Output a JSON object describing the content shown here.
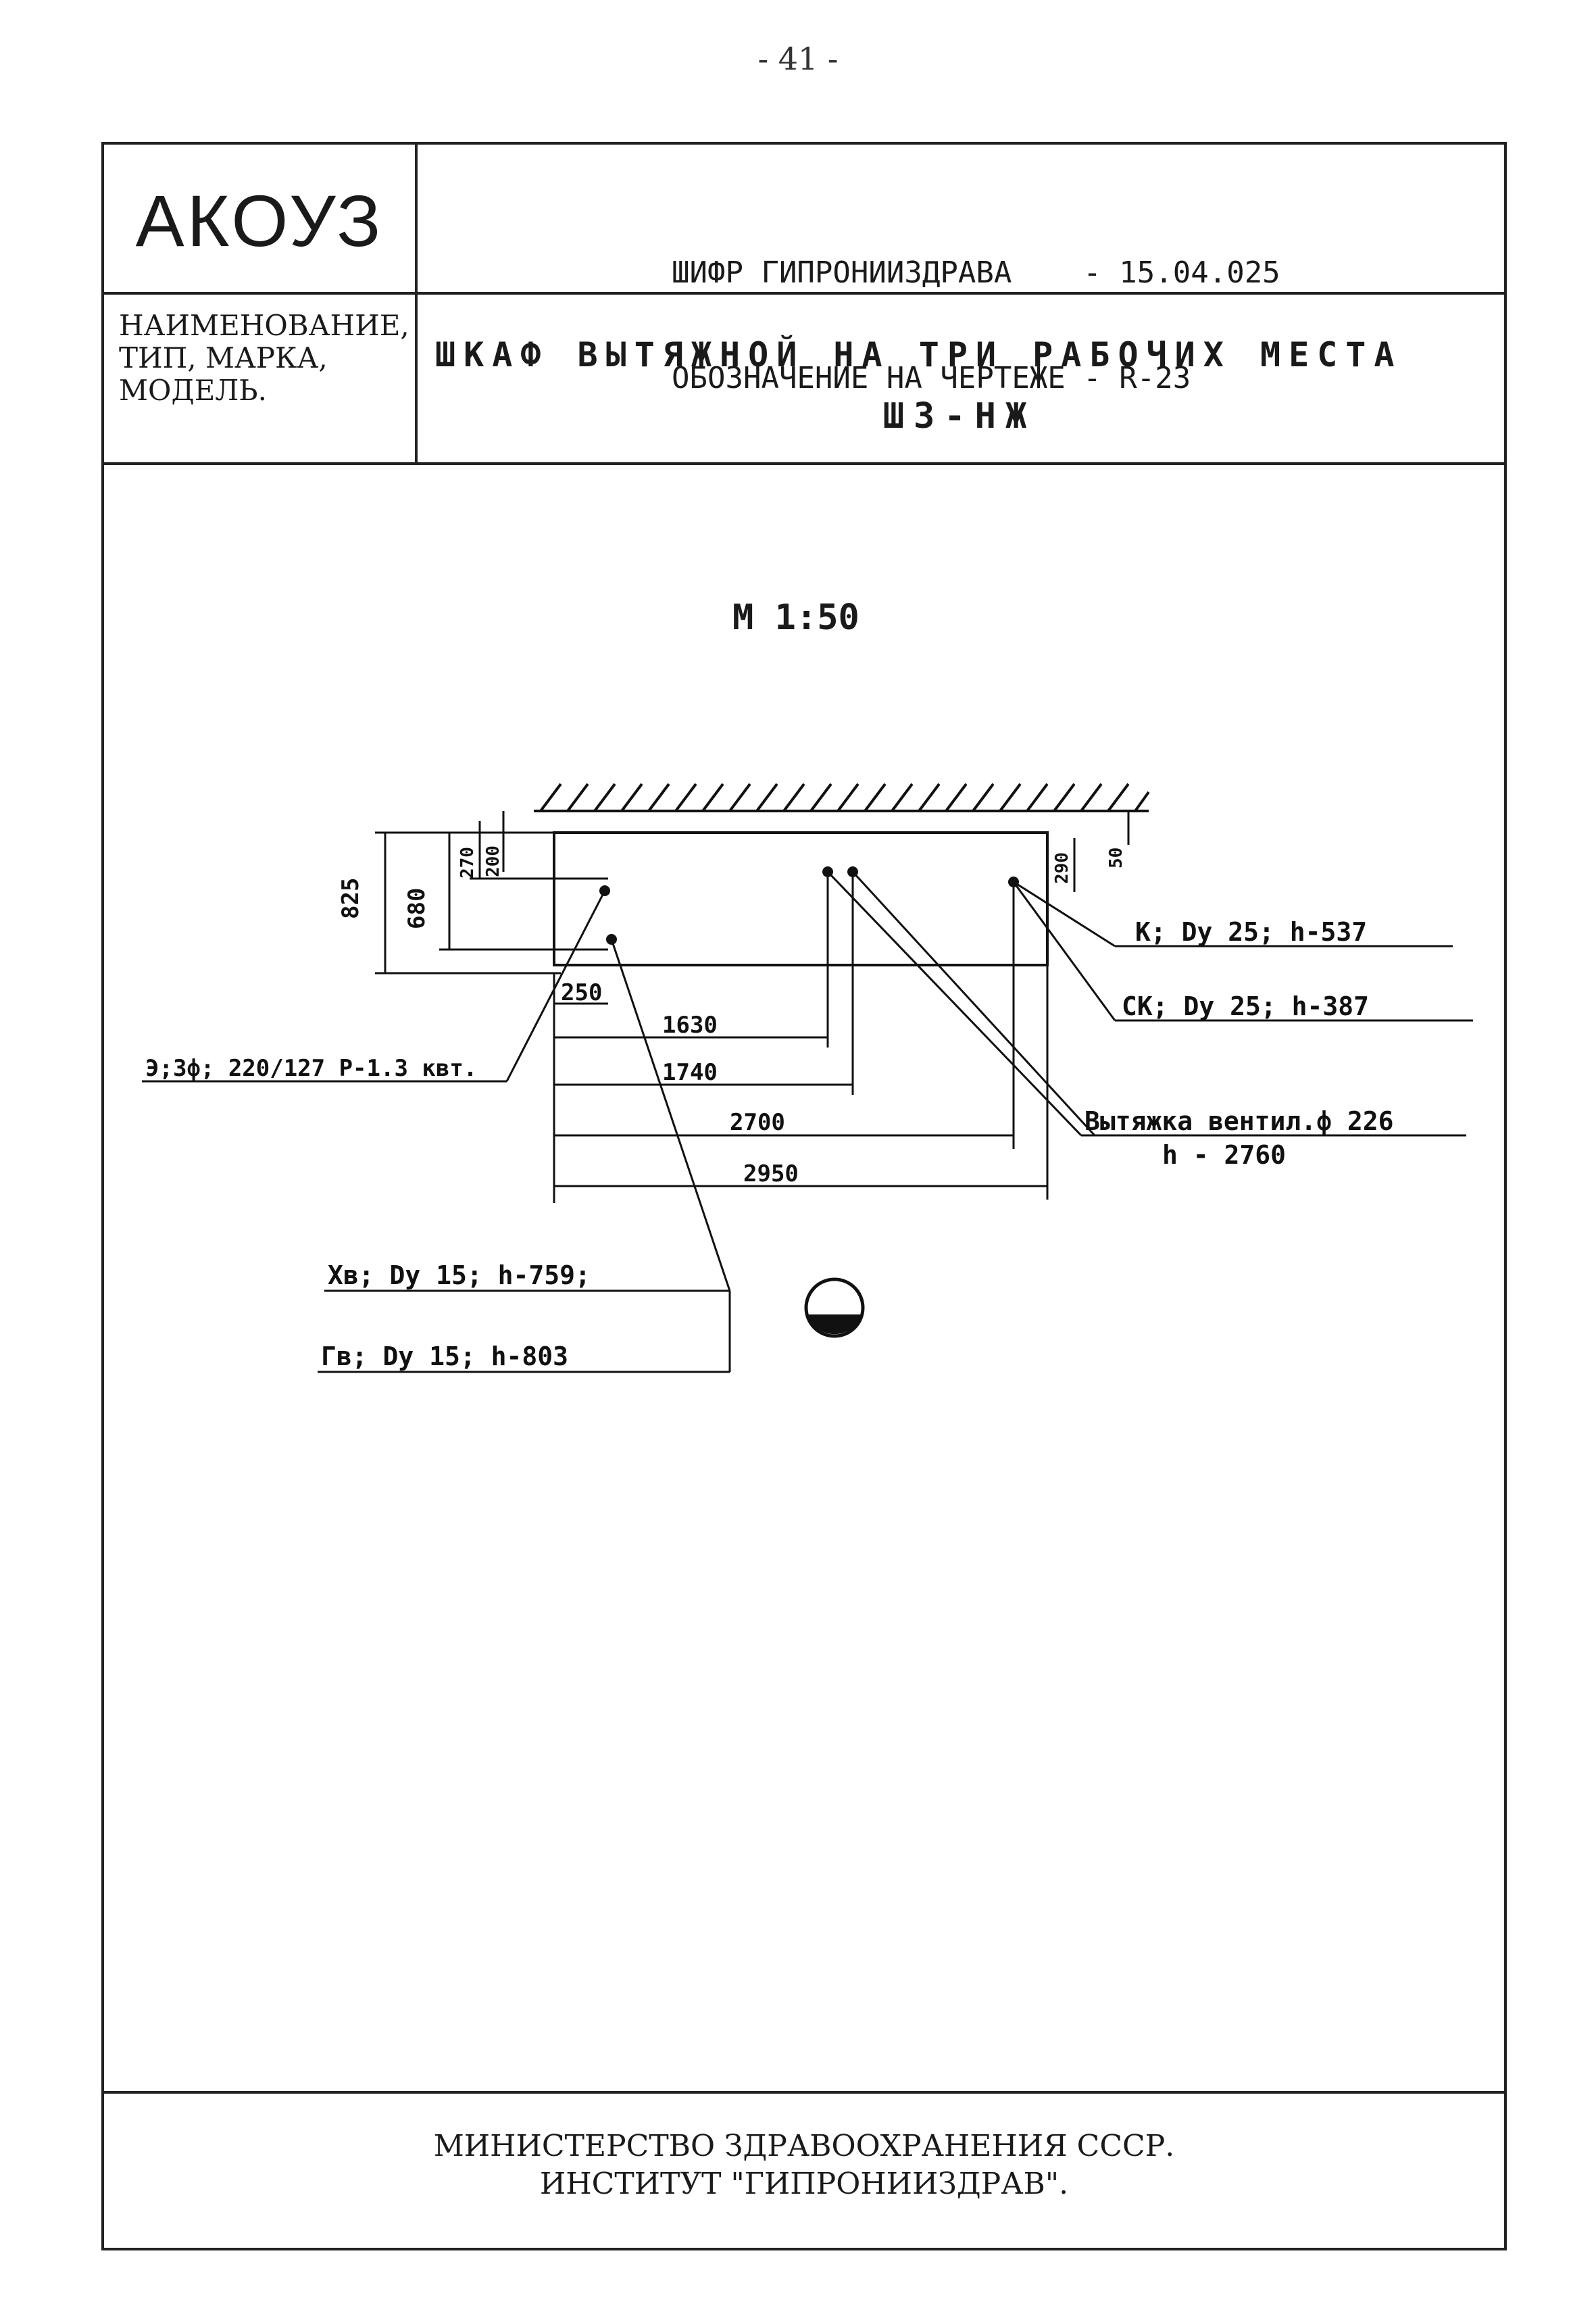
{
  "page_number": "- 41 -",
  "header": {
    "logo": "АКОУЗ",
    "cipher_line1": "ШИФР ГИПРОНИИЗДРАВА    - 15.04.025",
    "cipher_line2": "ОБОЗНАЧЕНИЕ НА ЧЕРТЕЖЕ - R-23"
  },
  "name_block": {
    "label_line1": "НАИМЕНОВАНИЕ,",
    "label_line2": "ТИП, МАРКА,",
    "label_line3": "МОДЕЛЬ.",
    "title": "ШКАФ ВЫТЯЖНОЙ НА ТРИ РАБОЧИХ МЕСТА",
    "model": "Ш3-НЖ"
  },
  "drawing": {
    "scale": "М 1:50",
    "dims": {
      "d825": "825",
      "d680": "680",
      "d270": "270",
      "d200": "200",
      "d290": "290",
      "d50": "50",
      "d250": "250",
      "d1630": "1630",
      "d1740": "1740",
      "d2700": "2700",
      "d2950": "2950"
    },
    "labels": {
      "k": "К; Dу 25; h-537",
      "ck": "СК; Dу 25; h-387",
      "vent1": "Вытяжка вентил.ф 226",
      "vent2": "h - 2760",
      "electric": "Э;3ф; 220/127 Р-1.3 квт.",
      "xv": "Хв; Dу 15; h-759;",
      "gv": "Гв; Dу 15; h-803"
    }
  },
  "footer": {
    "line1": "МИНИСТЕРСТВО ЗДРАВООХРАНЕНИЯ СССР.",
    "line2": "ИНСТИТУТ \"ГИПРОНИИЗДРАВ\"."
  }
}
